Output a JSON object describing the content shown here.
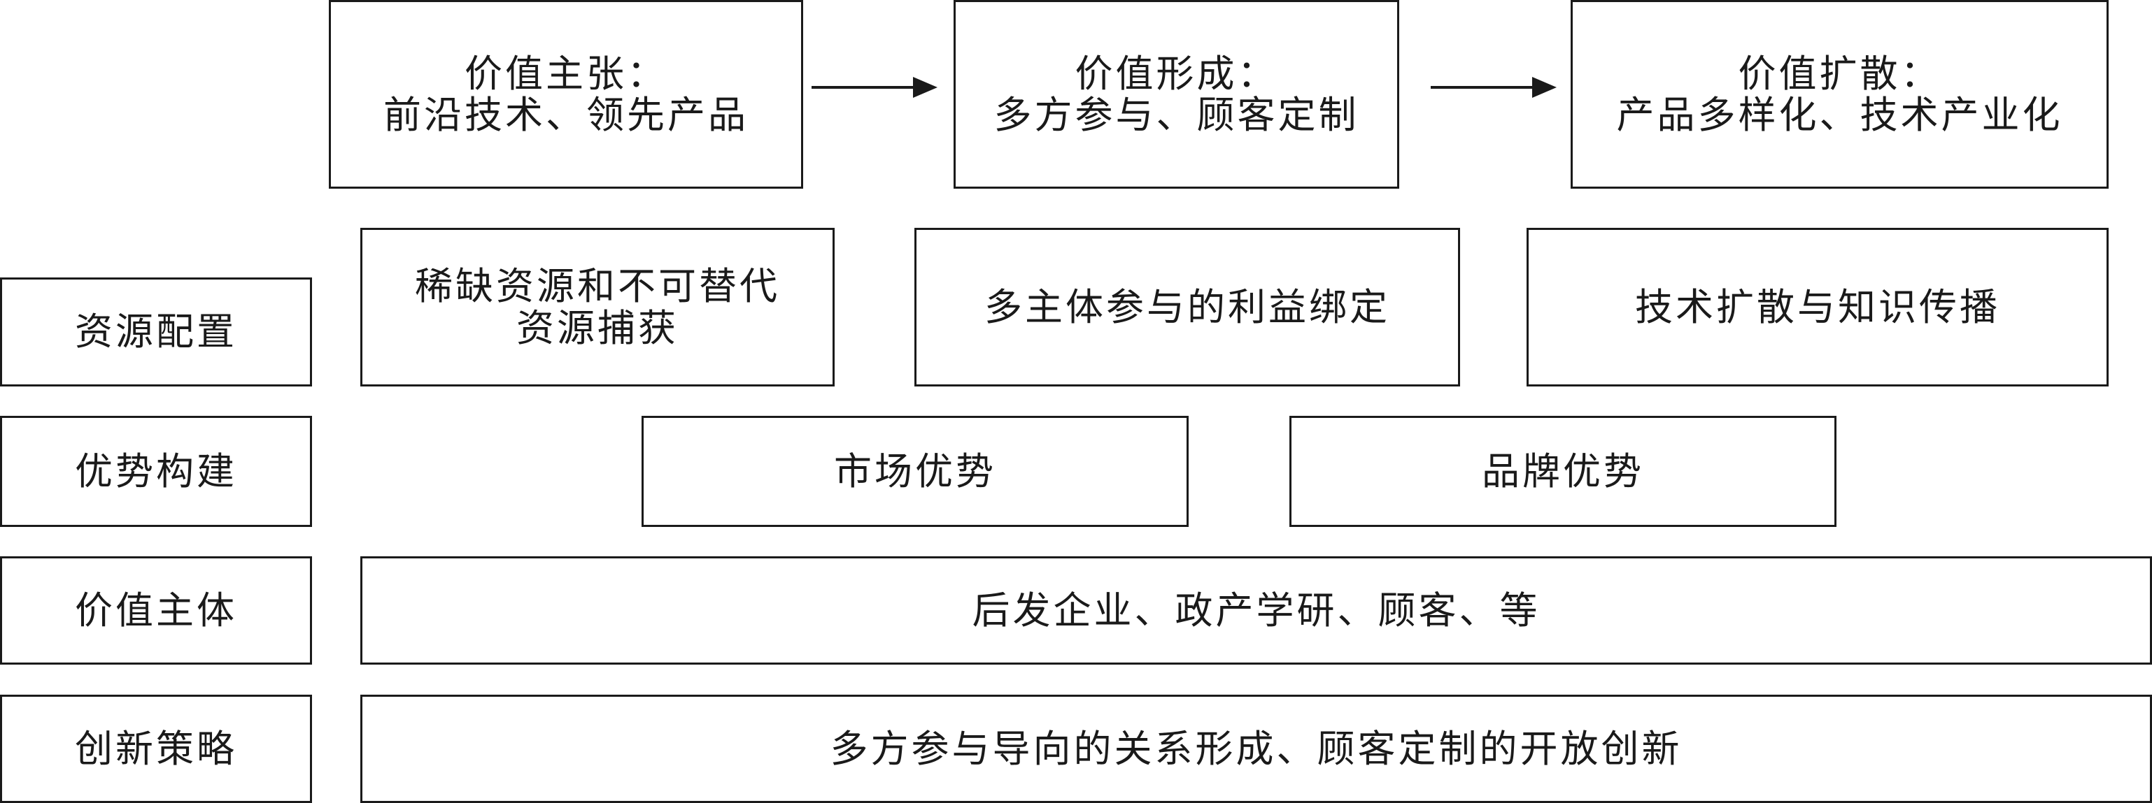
{
  "stages": [
    {
      "title": "价值主张：",
      "subtitle": "前沿技术、领先产品"
    },
    {
      "title": "价值形成：",
      "subtitle": "多方参与、顾客定制"
    },
    {
      "title": "价值扩散：",
      "subtitle": "产品多样化、技术产业化"
    }
  ],
  "rows": [
    {
      "label": "资源配置"
    },
    {
      "label": "优势构建"
    },
    {
      "label": "价值主体"
    },
    {
      "label": "创新策略"
    }
  ],
  "resource_boxes": [
    {
      "line1": "稀缺资源和不可替代",
      "line2": "资源捕获"
    },
    {
      "line1": "多主体参与的利益绑定"
    },
    {
      "line1": "技术扩散与知识传播"
    }
  ],
  "advantage_boxes": [
    {
      "text": "市场优势"
    },
    {
      "text": "品牌优势"
    }
  ],
  "value_subjects": {
    "text": "后发企业、政产学研、顾客、等"
  },
  "strategy": {
    "text": "多方参与导向的关系形成、顾客定制的开放创新"
  }
}
